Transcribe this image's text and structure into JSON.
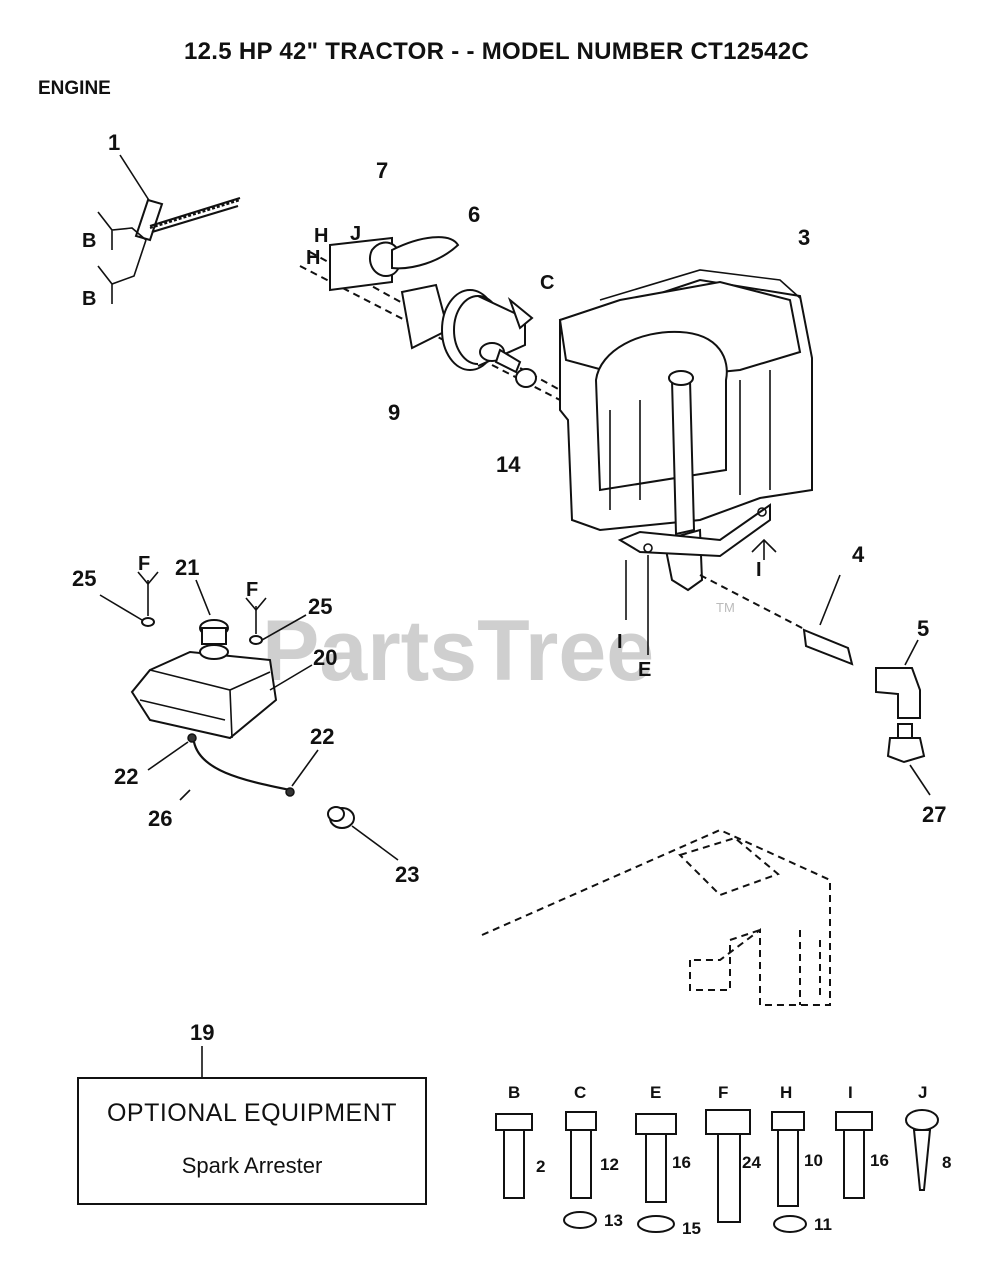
{
  "header": {
    "title": "12.5 HP 42\" TRACTOR - - MODEL NUMBER CT12542C",
    "section": "ENGINE"
  },
  "callouts": [
    "1",
    "3",
    "4",
    "5",
    "6",
    "7",
    "9",
    "14",
    "19",
    "20",
    "21",
    "22",
    "22",
    "23",
    "25",
    "25",
    "26",
    "27"
  ],
  "letters": [
    "B",
    "B",
    "H",
    "H",
    "J",
    "C",
    "F",
    "F",
    "I",
    "I",
    "E"
  ],
  "watermark": {
    "text": "PartsTree",
    "tm": "TM"
  },
  "optional_equipment": {
    "title": "OPTIONAL EQUIPMENT",
    "item": "Spark Arrester"
  },
  "hardware": [
    {
      "letter": "B",
      "number": "2"
    },
    {
      "letter": "C",
      "number": "12",
      "washer": "13"
    },
    {
      "letter": "E",
      "number": "16",
      "washer": "15"
    },
    {
      "letter": "F",
      "number": "24"
    },
    {
      "letter": "H",
      "number": "10",
      "washer": "11"
    },
    {
      "letter": "I",
      "number": "16"
    },
    {
      "letter": "J",
      "number": "8"
    }
  ]
}
